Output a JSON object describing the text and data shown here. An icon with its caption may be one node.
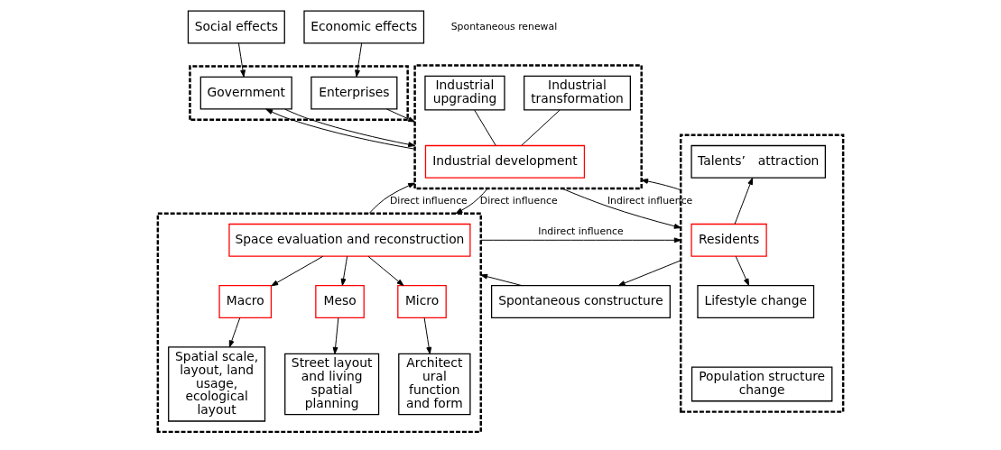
{
  "diagram": {
    "nodes": [
      {
        "text": [
          "Social effects"
        ]
      },
      {
        "text": [
          "Economic effects"
        ]
      },
      {
        "text": [],
        "shape": "box"
      },
      {
        "text": [
          "Government"
        ],
        "in": 2
      },
      {
        "text": [
          "Enterprises"
        ],
        "in": 2
      },
      {
        "text": [],
        "shape": "box"
      },
      {
        "text": [
          "Industrial transformation"
        ],
        "in": 5
      },
      {
        "text": [
          "Industrial upgrading"
        ],
        "in": 5
      },
      {
        "text": [
          "Industrial development"
        ],
        "in": 5
      },
      {
        "text": [],
        "shape": "box"
      },
      {
        "text": [
          "Space evaluation and reconstruction"
        ],
        "in": 9
      },
      {
        "text": [
          "Macro"
        ],
        "in": 9
      },
      {
        "text": [
          "Meso"
        ],
        "in": 9
      },
      {
        "text": [
          "Micro"
        ],
        "in": 9
      },
      {
        "text": [
          "Spatial scale, layout, land usage, ecological layout"
        ],
        "in": 9
      },
      {
        "text": [
          "Street layout and living spatial planning"
        ],
        "in": 9
      },
      {
        "text": [
          "Architect ural function and form"
        ],
        "in": 9
      },
      {
        "text": [],
        "shape": "box"
      },
      {
        "text": [
          "Talents’　attraction"
        ],
        "in": 17
      },
      {
        "text": [
          "Residents"
        ],
        "in": 17
      },
      {
        "text": [
          "Lifestyle change"
        ],
        "in": 17
      },
      {
        "text": [
          "Population structure change"
        ],
        "in": 17
      },
      {
        "text": [
          "Spontaneous constructure"
        ]
      }
    ],
    "edges": [
      {
        "from": 0,
        "to": 3,
        "arrow": "to"
      },
      {
        "from": 1,
        "to": 4,
        "arrow": "to"
      },
      {
        "from": 5,
        "to": 3,
        "arrow": "to"
      },
      {
        "from": 3,
        "to": 5,
        "arrow": "to"
      },
      {
        "from": 4,
        "to": 5,
        "arrow": "to"
      },
      {
        "from": 9,
        "to": 5,
        "arrow": "to",
        "label": "Direct influence"
      },
      {
        "from": 5,
        "to": 9,
        "arrow": "to",
        "label": "Direct influence"
      },
      {
        "from": 6,
        "to": 8,
        "arrow": "none"
      },
      {
        "from": 7,
        "to": 8,
        "arrow": "none"
      },
      {
        "from": 5,
        "to": 17,
        "arrow": "to",
        "label": "Indirect influence"
      },
      {
        "from": 17,
        "to": 5,
        "arrow": "to"
      },
      {
        "from": 19,
        "to": 18,
        "arrow": "to"
      },
      {
        "from": 19,
        "to": 20,
        "arrow": "to"
      },
      {
        "from": 10,
        "to": 11,
        "arrow": "to"
      },
      {
        "from": 10,
        "to": 12,
        "arrow": "to"
      },
      {
        "from": 10,
        "to": 13,
        "arrow": "to"
      },
      {
        "from": 11,
        "to": 14,
        "arrow": "to"
      },
      {
        "from": 12,
        "to": 15,
        "arrow": "to"
      },
      {
        "from": 13,
        "to": 16,
        "arrow": "to"
      },
      {
        "from": 9,
        "to": 17,
        "arrow": "to",
        "label": "Indirect influence"
      },
      {
        "from": 17,
        "to": 22,
        "arrow": "to"
      },
      {
        "from": 22,
        "to": 9,
        "arrow": "to"
      }
    ],
    "labels": [
      "Spontaneous renewal"
    ]
  }
}
